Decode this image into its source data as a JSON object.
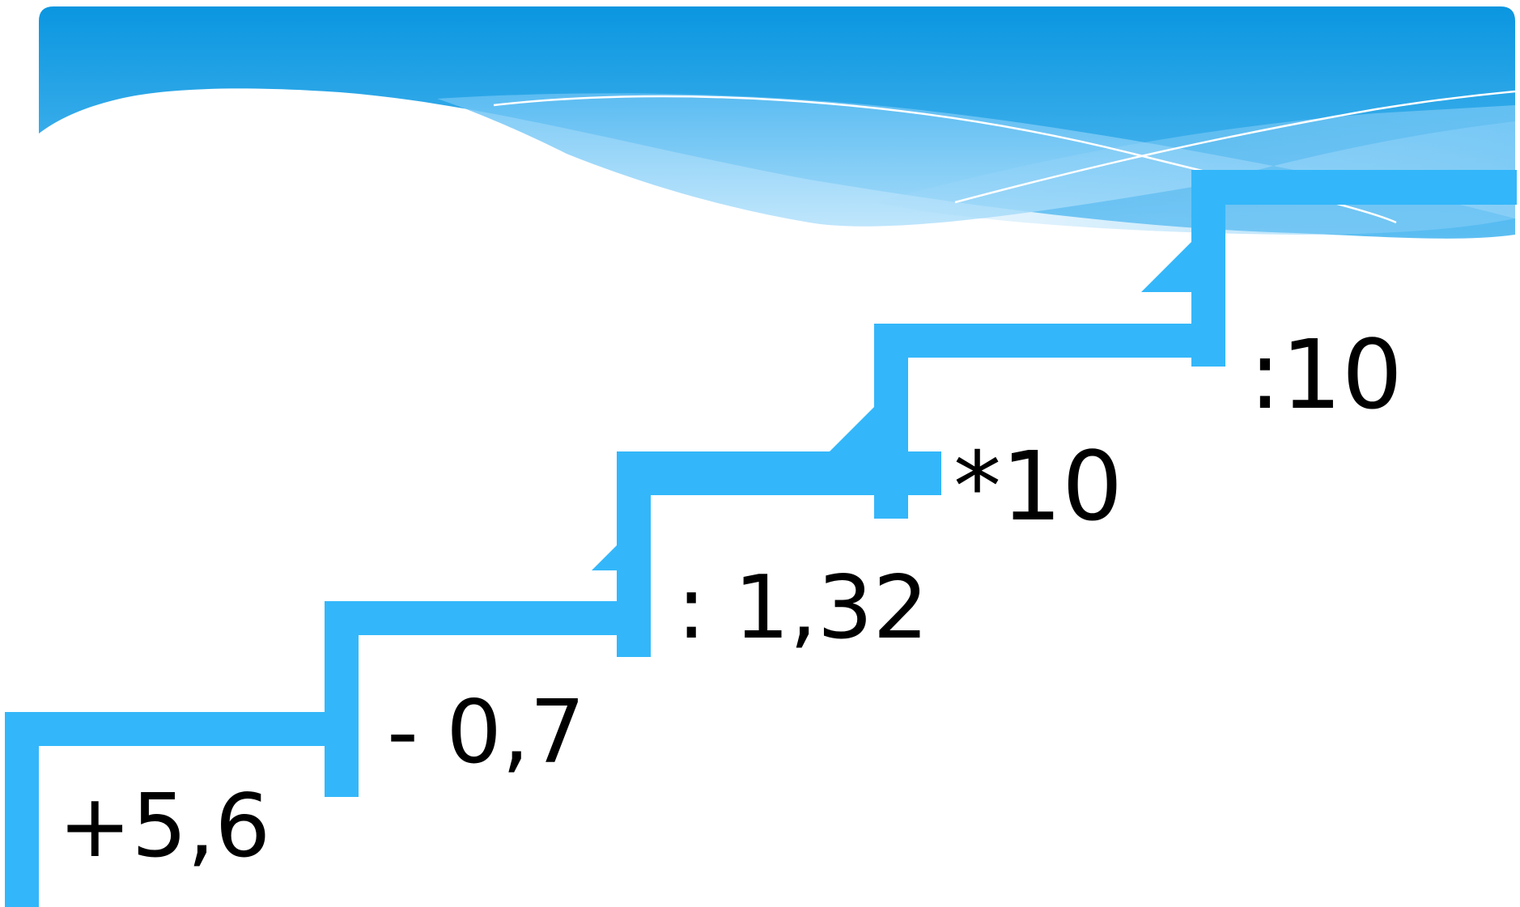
{
  "theme": {
    "header_gradient_top": "#0a96e0",
    "header_gradient_mid": "#3aaeed",
    "wave_light": "#9dd6f8",
    "stair_color": "#33b7fa",
    "text_color": "#000000"
  },
  "steps": [
    {
      "label": "+5,6"
    },
    {
      "label": "- 0,7"
    },
    {
      "label": ": 1,32"
    },
    {
      "label": "*10"
    },
    {
      "label": ":10"
    }
  ]
}
